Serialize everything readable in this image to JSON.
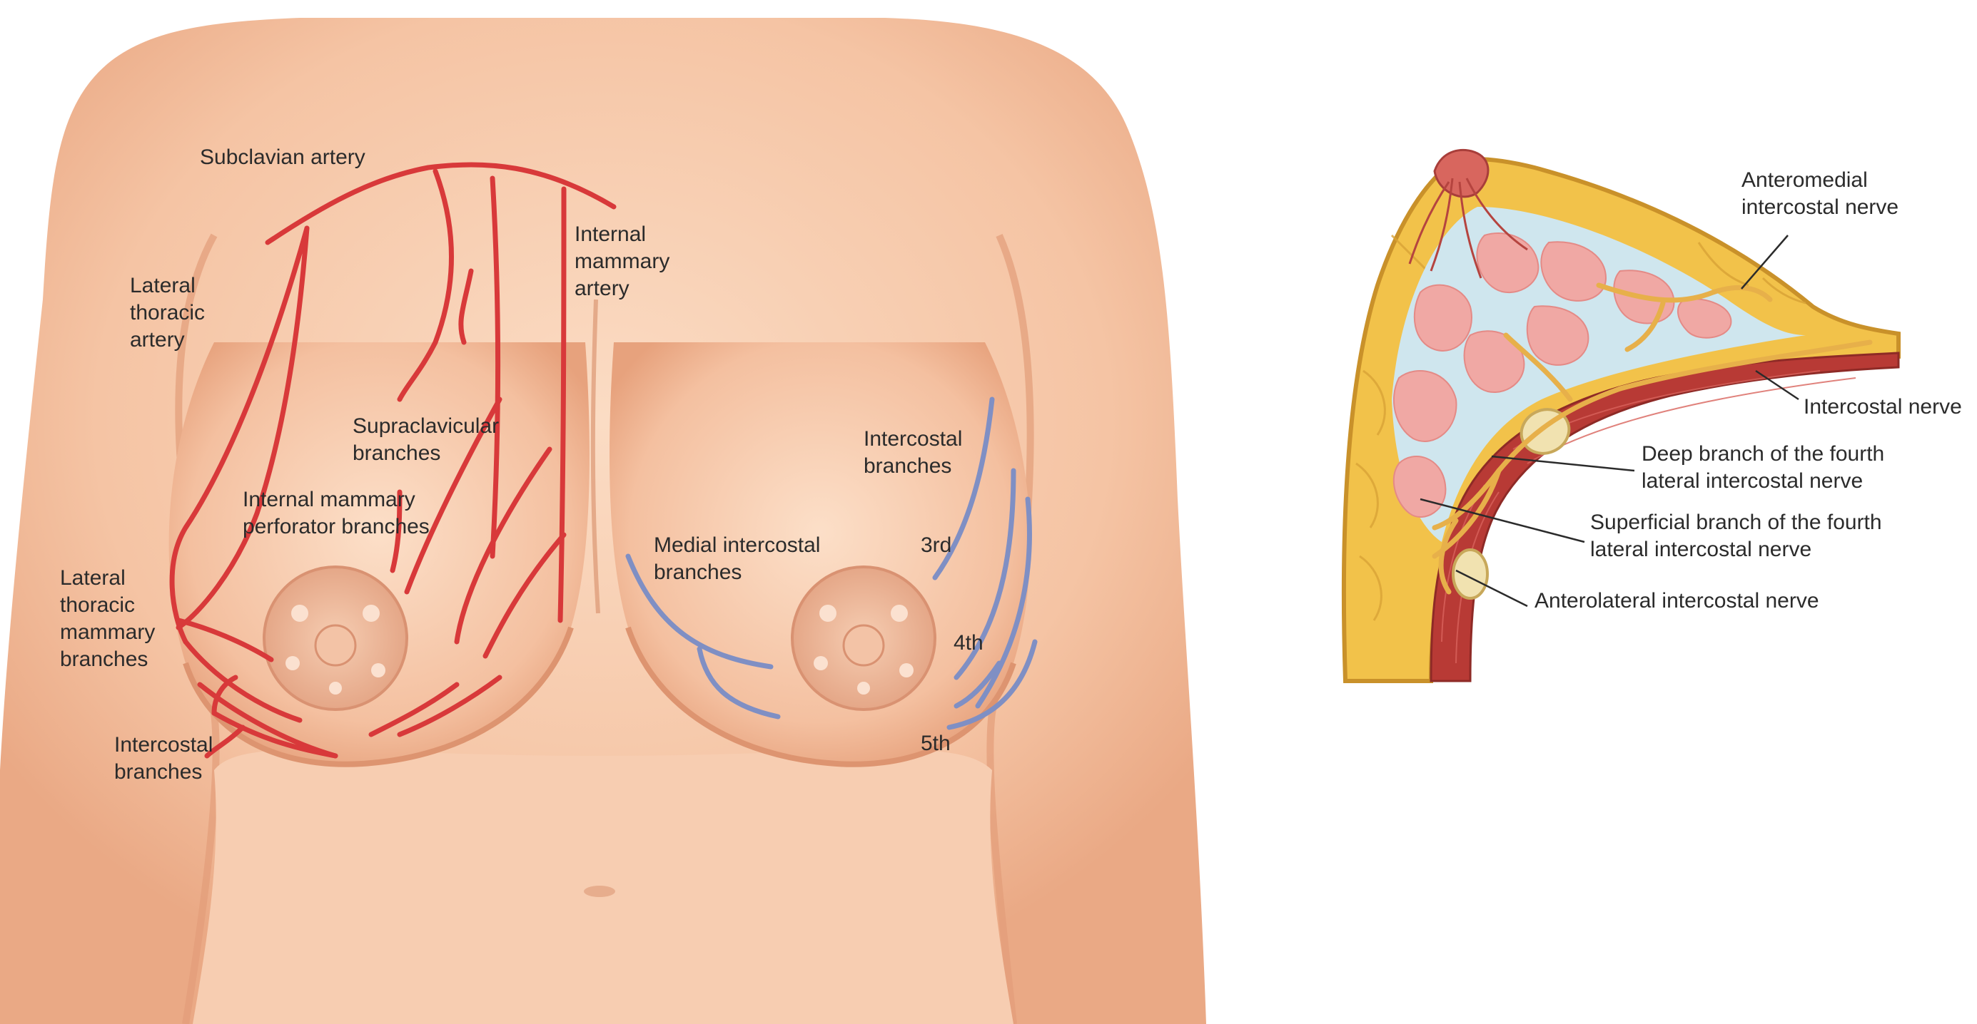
{
  "left_panel": {
    "labels": {
      "subclavian_artery": "Subclavian artery",
      "internal_mammary_artery": [
        "Internal",
        "mammary",
        "artery"
      ],
      "lateral_thoracic_artery": [
        "Lateral",
        "thoracic",
        "artery"
      ],
      "supraclavicular_branches": [
        "Supraclavicular",
        "branches"
      ],
      "internal_mammary_perforator_branches": [
        "Internal mammary",
        "perforator branches"
      ],
      "lateral_thoracic_mammary_branches": [
        "Lateral",
        "thoracic",
        "mammary",
        "branches"
      ],
      "intercostal_branches_artery": [
        "Intercostal",
        "branches"
      ],
      "intercostal_branches_nerve": [
        "Intercostal",
        "branches"
      ],
      "medial_intercostal_branches": [
        "Medial intercostal",
        "branches"
      ],
      "rib_3rd": "3rd",
      "rib_4th": "4th",
      "rib_5th": "5th"
    },
    "colors": {
      "skin": "#f6c9ab",
      "skin_shadow": "#e9a886",
      "areola": "#eab393",
      "artery": "#d8393a",
      "nerve": "#7f8fc4"
    }
  },
  "right_panel": {
    "labels": {
      "anteromedial_intercostal_nerve": [
        "Anteromedial",
        "intercostal nerve"
      ],
      "intercostal_nerve": "Intercostal nerve",
      "deep_branch": [
        "Deep branch of the fourth",
        "lateral intercostal nerve"
      ],
      "superficial_branch": [
        "Superficial branch of the fourth",
        "lateral intercostal nerve"
      ],
      "anterolateral_intercostal_nerve": "Anterolateral intercostal nerve"
    },
    "colors": {
      "fat": "#f2c24a",
      "fat_outline": "#c9912a",
      "gland": "#f0a8a4",
      "duct_bg": "#cfe6ee",
      "muscle": "#b83a35",
      "nerve": "#e7b04a"
    }
  }
}
